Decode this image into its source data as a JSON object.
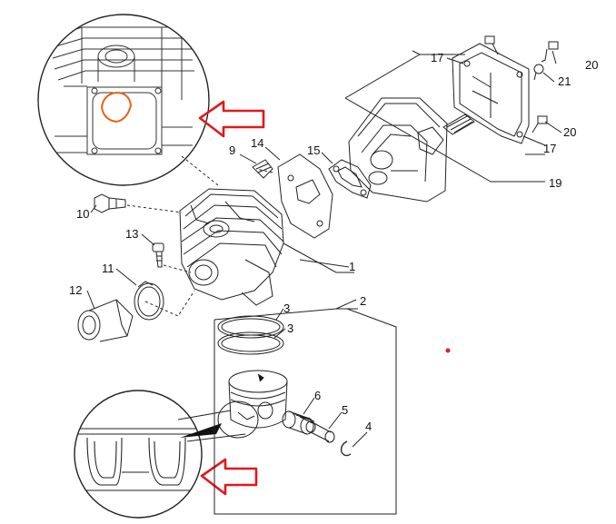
{
  "diagram": {
    "callouts": [
      {
        "id": "c1",
        "label": "1"
      },
      {
        "id": "c2",
        "label": "2"
      },
      {
        "id": "c3a",
        "label": "3"
      },
      {
        "id": "c3b",
        "label": "3"
      },
      {
        "id": "c4",
        "label": "4"
      },
      {
        "id": "c5",
        "label": "5"
      },
      {
        "id": "c6",
        "label": "6"
      },
      {
        "id": "c9",
        "label": "9"
      },
      {
        "id": "c10",
        "label": "10"
      },
      {
        "id": "c11",
        "label": "11"
      },
      {
        "id": "c12",
        "label": "12"
      },
      {
        "id": "c13",
        "label": "13"
      },
      {
        "id": "c14",
        "label": "14"
      },
      {
        "id": "c15",
        "label": "15"
      },
      {
        "id": "c17a",
        "label": "17"
      },
      {
        "id": "c17b",
        "label": "17"
      },
      {
        "id": "c19",
        "label": "19"
      },
      {
        "id": "c20a",
        "label": "20"
      },
      {
        "id": "c20b",
        "label": "20"
      },
      {
        "id": "c21",
        "label": "21"
      }
    ],
    "arrow_color": "#e0191e",
    "highlight_color": "#e8631a",
    "marker_color": "#d8202a"
  }
}
